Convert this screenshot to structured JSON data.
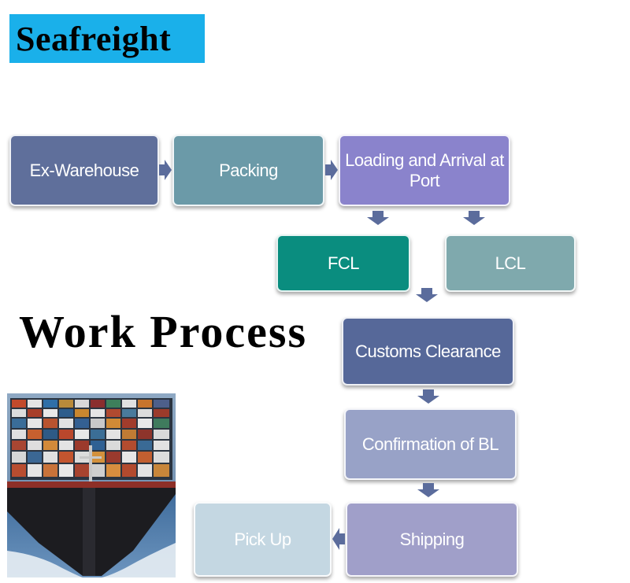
{
  "title": "Seafreight",
  "subtitle": "Work Process",
  "steps": {
    "ex_warehouse": "Ex-Warehouse",
    "packing": "Packing",
    "loading": "Loading and Arrival at Port",
    "fcl": "FCL",
    "lcl": "LCL",
    "customs": "Customs Clearance",
    "confirmation": "Confirmation of BL",
    "shipping": "Shipping",
    "pickup": "Pick Up"
  },
  "colors": {
    "banner": "#1ab0ea",
    "ex_warehouse": "#5f6f9b",
    "packing": "#6b9aa8",
    "loading": "#8a83cc",
    "fcl": "#0a8d7f",
    "lcl": "#7fa9ad",
    "customs": "#566899",
    "confirmation": "#98a2c7",
    "shipping": "#a09fc9",
    "pickup": "#c4d7e2",
    "arrow": "#5b6c9c"
  }
}
